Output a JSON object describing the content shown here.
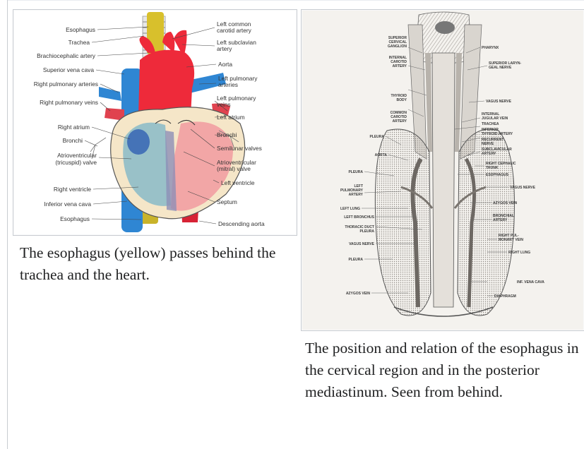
{
  "figure1": {
    "labels_left": [
      "Esophagus",
      "Trachea",
      "Brachiocephalic artery",
      "Superior vena cava",
      "Right pulmonary arteries",
      "Right pulmonary veins",
      "Right atrium",
      "Bronchi",
      "Atrioventricular",
      "(tricuspid) valve",
      "Right ventricle",
      "Inferior vena cava",
      "Esophagus"
    ],
    "labels_right": [
      "Left common",
      "carotid artery",
      "Left subclavian",
      "artery",
      "Aorta",
      "Left pulmonary",
      "arteries",
      "Left pulmonary",
      "veins",
      "Left atrium",
      "Bronchi",
      "Semilunar valves",
      "Atrioventricular",
      "(mitral) valve",
      "Left ventricle",
      "Septum",
      "Descending aorta"
    ],
    "caption": "The esophagus (yellow) passes behind the trachea and the heart.",
    "colors": {
      "esophagus": "#c9b32a",
      "aorta": "#ee2a3a",
      "vena_cava": "#2f86d3",
      "heart_wall": "#f5e6c8",
      "ventricle_left": "#f2a6a6",
      "ventricle_right": "#8fbcc8"
    }
  },
  "figure2": {
    "labels_left": [
      "SUPERIOR",
      "CERVICAL",
      "GANGLION",
      "INTERNAL",
      "CAROTID",
      "ARTERY",
      "THYROID",
      "BODY",
      "COMMON",
      "CAROTID",
      "ARTERY",
      "PLEURA",
      "AORTA",
      "PLEURA",
      "LEFT",
      "PULMONARY",
      "ARTERY",
      "LEFT LUNG",
      "LEFT BRONCHUS",
      "THORACIC DUCT",
      "PLEURA",
      "VAGUS NERVE",
      "PLEURA",
      "AZYGOS VEIN"
    ],
    "labels_right": [
      "PHARYNX",
      "SUPERIOR LARYN-",
      "GEAL NERVE",
      "VAGUS NERVE",
      "INTERNAL",
      "JUGULAR VEIN",
      "TRACHEA",
      "INFERIOR",
      "THYROID ARTERY",
      "RECURRENT",
      "NERVE",
      "SUBCLAVICULAR",
      "ARTERY",
      "RIGHT CEPHALIC",
      "TRUNK",
      "ESOPHAGUS",
      "VAGUS NERVE",
      "AZYGOS VEIN",
      "BRONCHIAL",
      "ARTERY",
      "RIGHT PUL-",
      "MONARY VEIN",
      "RIGHT LUNG",
      "INF. VENA CAVA",
      "DIAPHRAGM"
    ],
    "caption": "The position and relation of the esophagus in the cervical region and in the posterior mediastinum. Seen from behind."
  }
}
